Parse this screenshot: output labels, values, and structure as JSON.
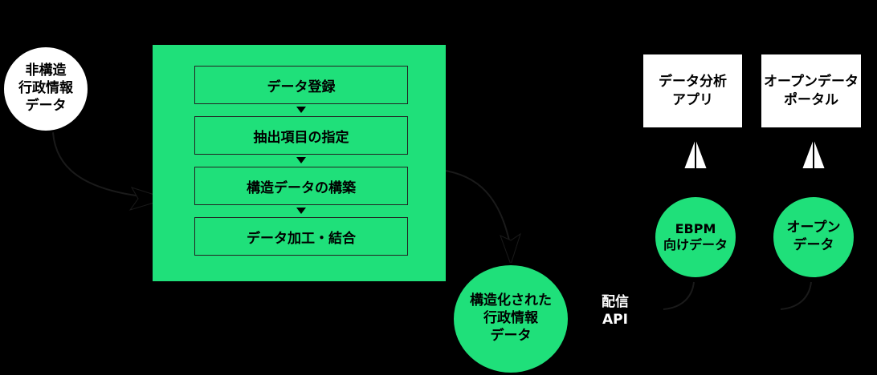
{
  "colors": {
    "background": "#000000",
    "accent_green": "#1fe07a",
    "box_white": "#ffffff"
  },
  "source_node": {
    "label": "非構造\n行政情報\nデータ"
  },
  "process_steps": [
    "データ登録",
    "抽出項目の指定",
    "構造データの構築",
    "データ加工・結合"
  ],
  "structured_node": {
    "label": "構造化された\n行政情報\nデータ"
  },
  "api_label": "配信\nAPI",
  "outputs": [
    {
      "circle_label": "EBPM\n向けデータ",
      "app_label": "データ分析\nアプリ"
    },
    {
      "circle_label": "オープン\nデータ",
      "app_label": "オープンデータ\nポータル"
    }
  ]
}
